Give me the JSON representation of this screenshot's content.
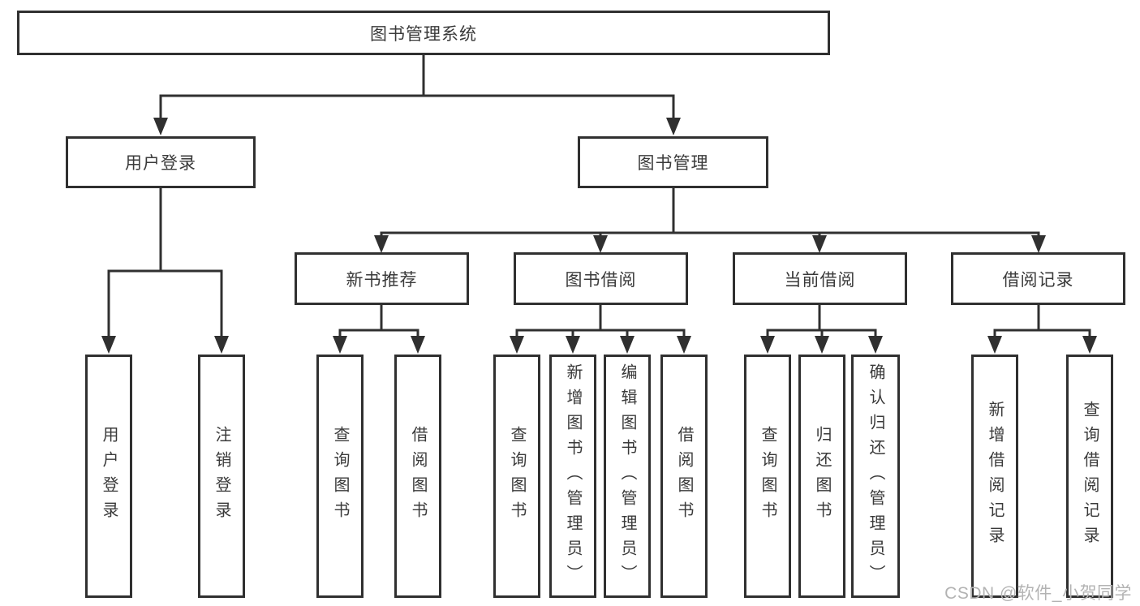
{
  "tree": {
    "label": "图书管理系统",
    "children": [
      {
        "label": "用户登录",
        "children": [
          {
            "label": "用户登录"
          },
          {
            "label": "注销登录"
          }
        ]
      },
      {
        "label": "图书管理",
        "children": [
          {
            "label": "新书推荐",
            "children": [
              {
                "label": "查询图书"
              },
              {
                "label": "借阅图书"
              }
            ]
          },
          {
            "label": "图书借阅",
            "children": [
              {
                "label": "查询图书"
              },
              {
                "label": "新增图书（管理员）"
              },
              {
                "label": "编辑图书（管理员）"
              },
              {
                "label": "借阅图书"
              }
            ]
          },
          {
            "label": "当前借阅",
            "children": [
              {
                "label": "查询图书"
              },
              {
                "label": "归还图书"
              },
              {
                "label": "确认归还（管理员）"
              }
            ]
          },
          {
            "label": "借阅记录",
            "children": [
              {
                "label": "新增借阅记录"
              },
              {
                "label": "查询借阅记录"
              }
            ]
          }
        ]
      }
    ]
  },
  "watermark": {
    "text": "CSDN @软件_小贺同学"
  },
  "colors": {
    "line": "#303030",
    "box_border": "#303030",
    "text": "#3a3a3a",
    "watermark": "#b3b3b3",
    "background": "#ffffff"
  }
}
